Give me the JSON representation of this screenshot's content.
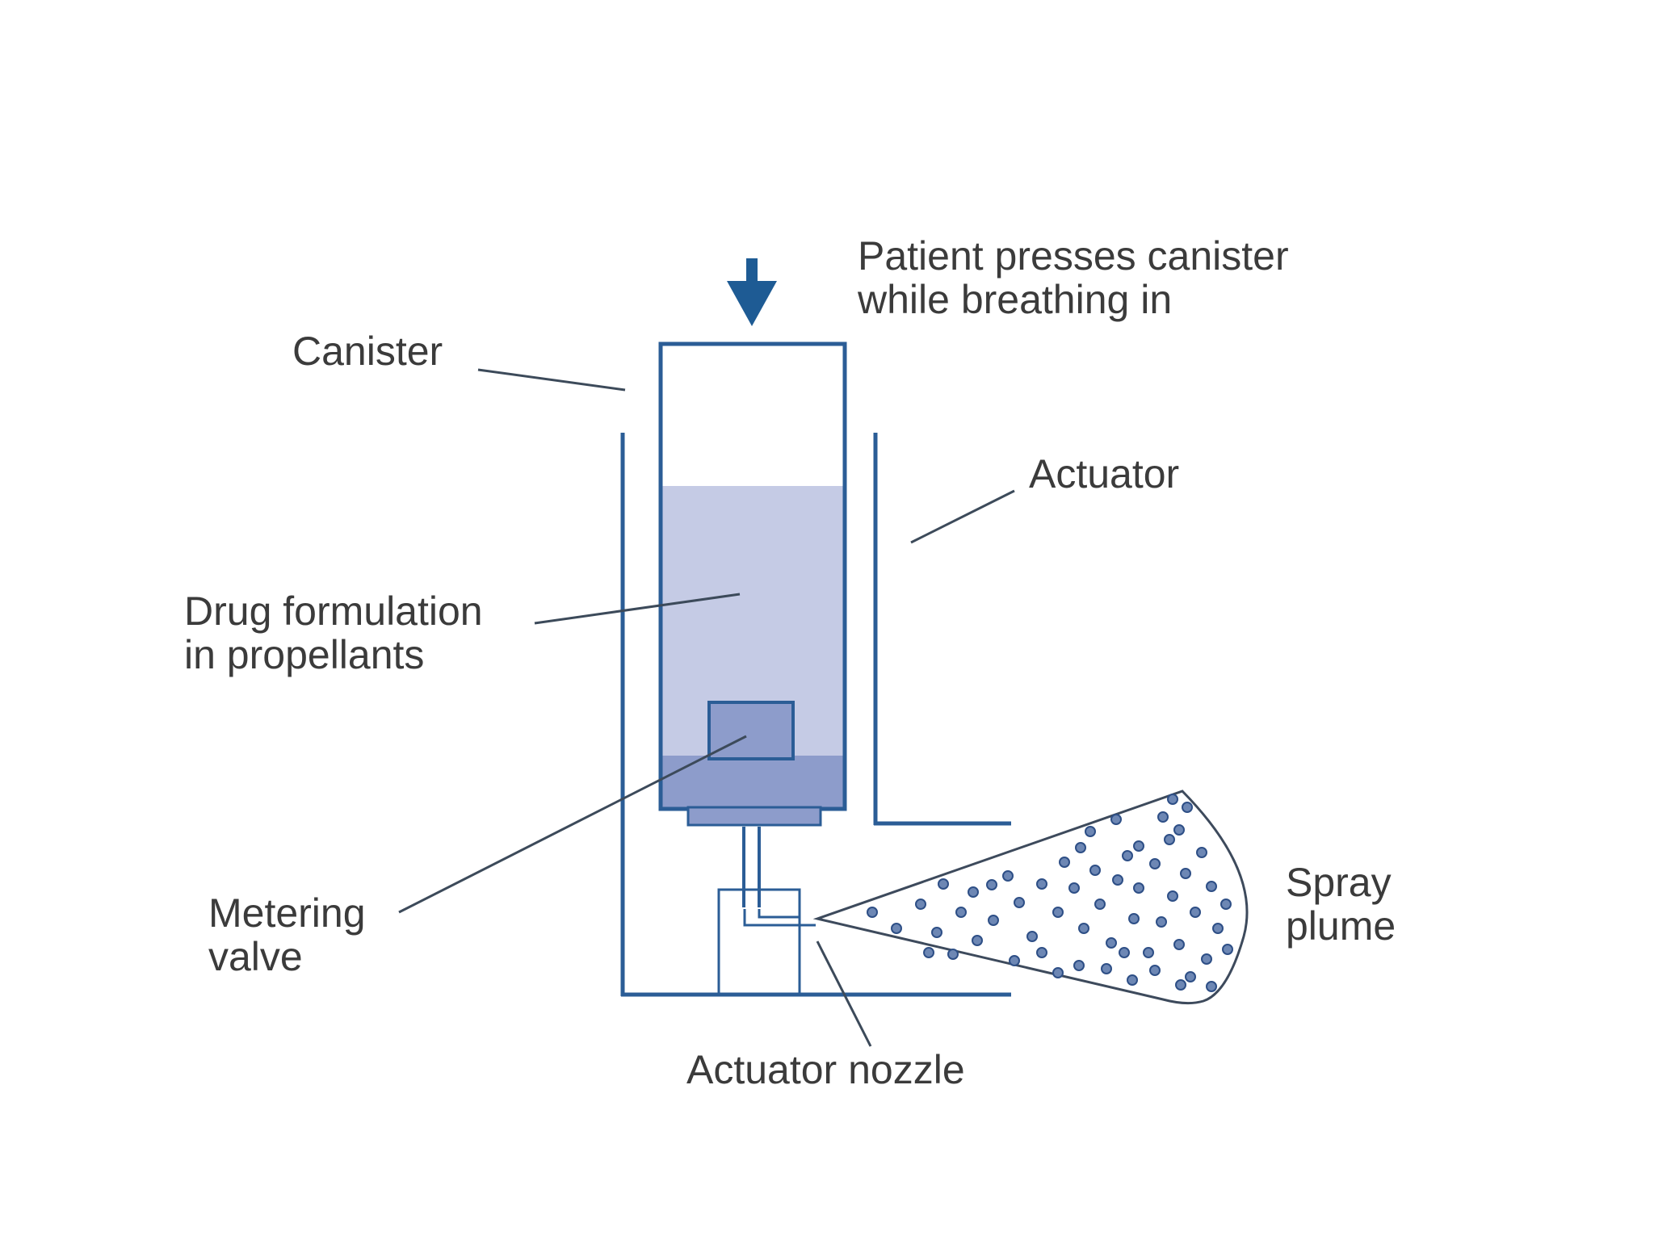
{
  "diagram": {
    "instruction": {
      "line1": "Patient presses canister",
      "line2": "while breathing in"
    },
    "labels": {
      "canister": "Canister",
      "actuator": "Actuator",
      "drug_line1": "Drug formulation",
      "drug_line2": "in propellants",
      "metering_line1": "Metering",
      "metering_line2": "valve",
      "spray_line1": "Spray",
      "spray_line2": "plume",
      "nozzle": "Actuator nozzle"
    },
    "colors": {
      "outline": "#2b5d96",
      "arrow": "#1e5b94",
      "drug_fill": "#c5cbe5",
      "valve_fill": "#8d9ccb",
      "plume_stroke": "#3d4a5c",
      "particle": "#6d87b4",
      "text": "#3b3b3b"
    }
  }
}
